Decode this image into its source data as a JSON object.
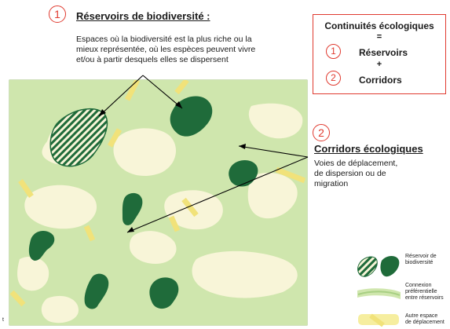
{
  "reservoirs": {
    "number": "1",
    "title": "Réservoirs de biodiversité :",
    "description_lines": [
      "Espaces où la biodiversité est la plus riche ou la",
      "mieux représentée, où les espèces peuvent vivre",
      "et/ou à partir desquels elles se dispersent"
    ]
  },
  "continuites": {
    "title": "Continuités écologiques",
    "equals": "=",
    "item1_number": "1",
    "item1_label": "Réservoirs",
    "plus": "+",
    "item2_number": "2",
    "item2_label": "Corridors"
  },
  "corridors": {
    "number": "2",
    "title": "Corridors écologiques",
    "description_lines": [
      "Voies de déplacement,",
      "de dispersion ou de",
      "migration"
    ]
  },
  "legend": {
    "reservoir_lines": [
      "Réservoir de",
      "biodiversité"
    ],
    "connexion_lines": [
      "Connexion",
      "préférentielle",
      "entre réservoirs"
    ],
    "autre_lines": [
      "Autre espace",
      "de déplacement"
    ]
  },
  "corner_mark": "t",
  "colors": {
    "accent_red": "#e03a2f",
    "reservoir_green": "#1f6b3a",
    "corridor_green": "#cfe6ad",
    "background_cream": "#f8f5d8",
    "other_space_yellow": "#f1e27a"
  }
}
